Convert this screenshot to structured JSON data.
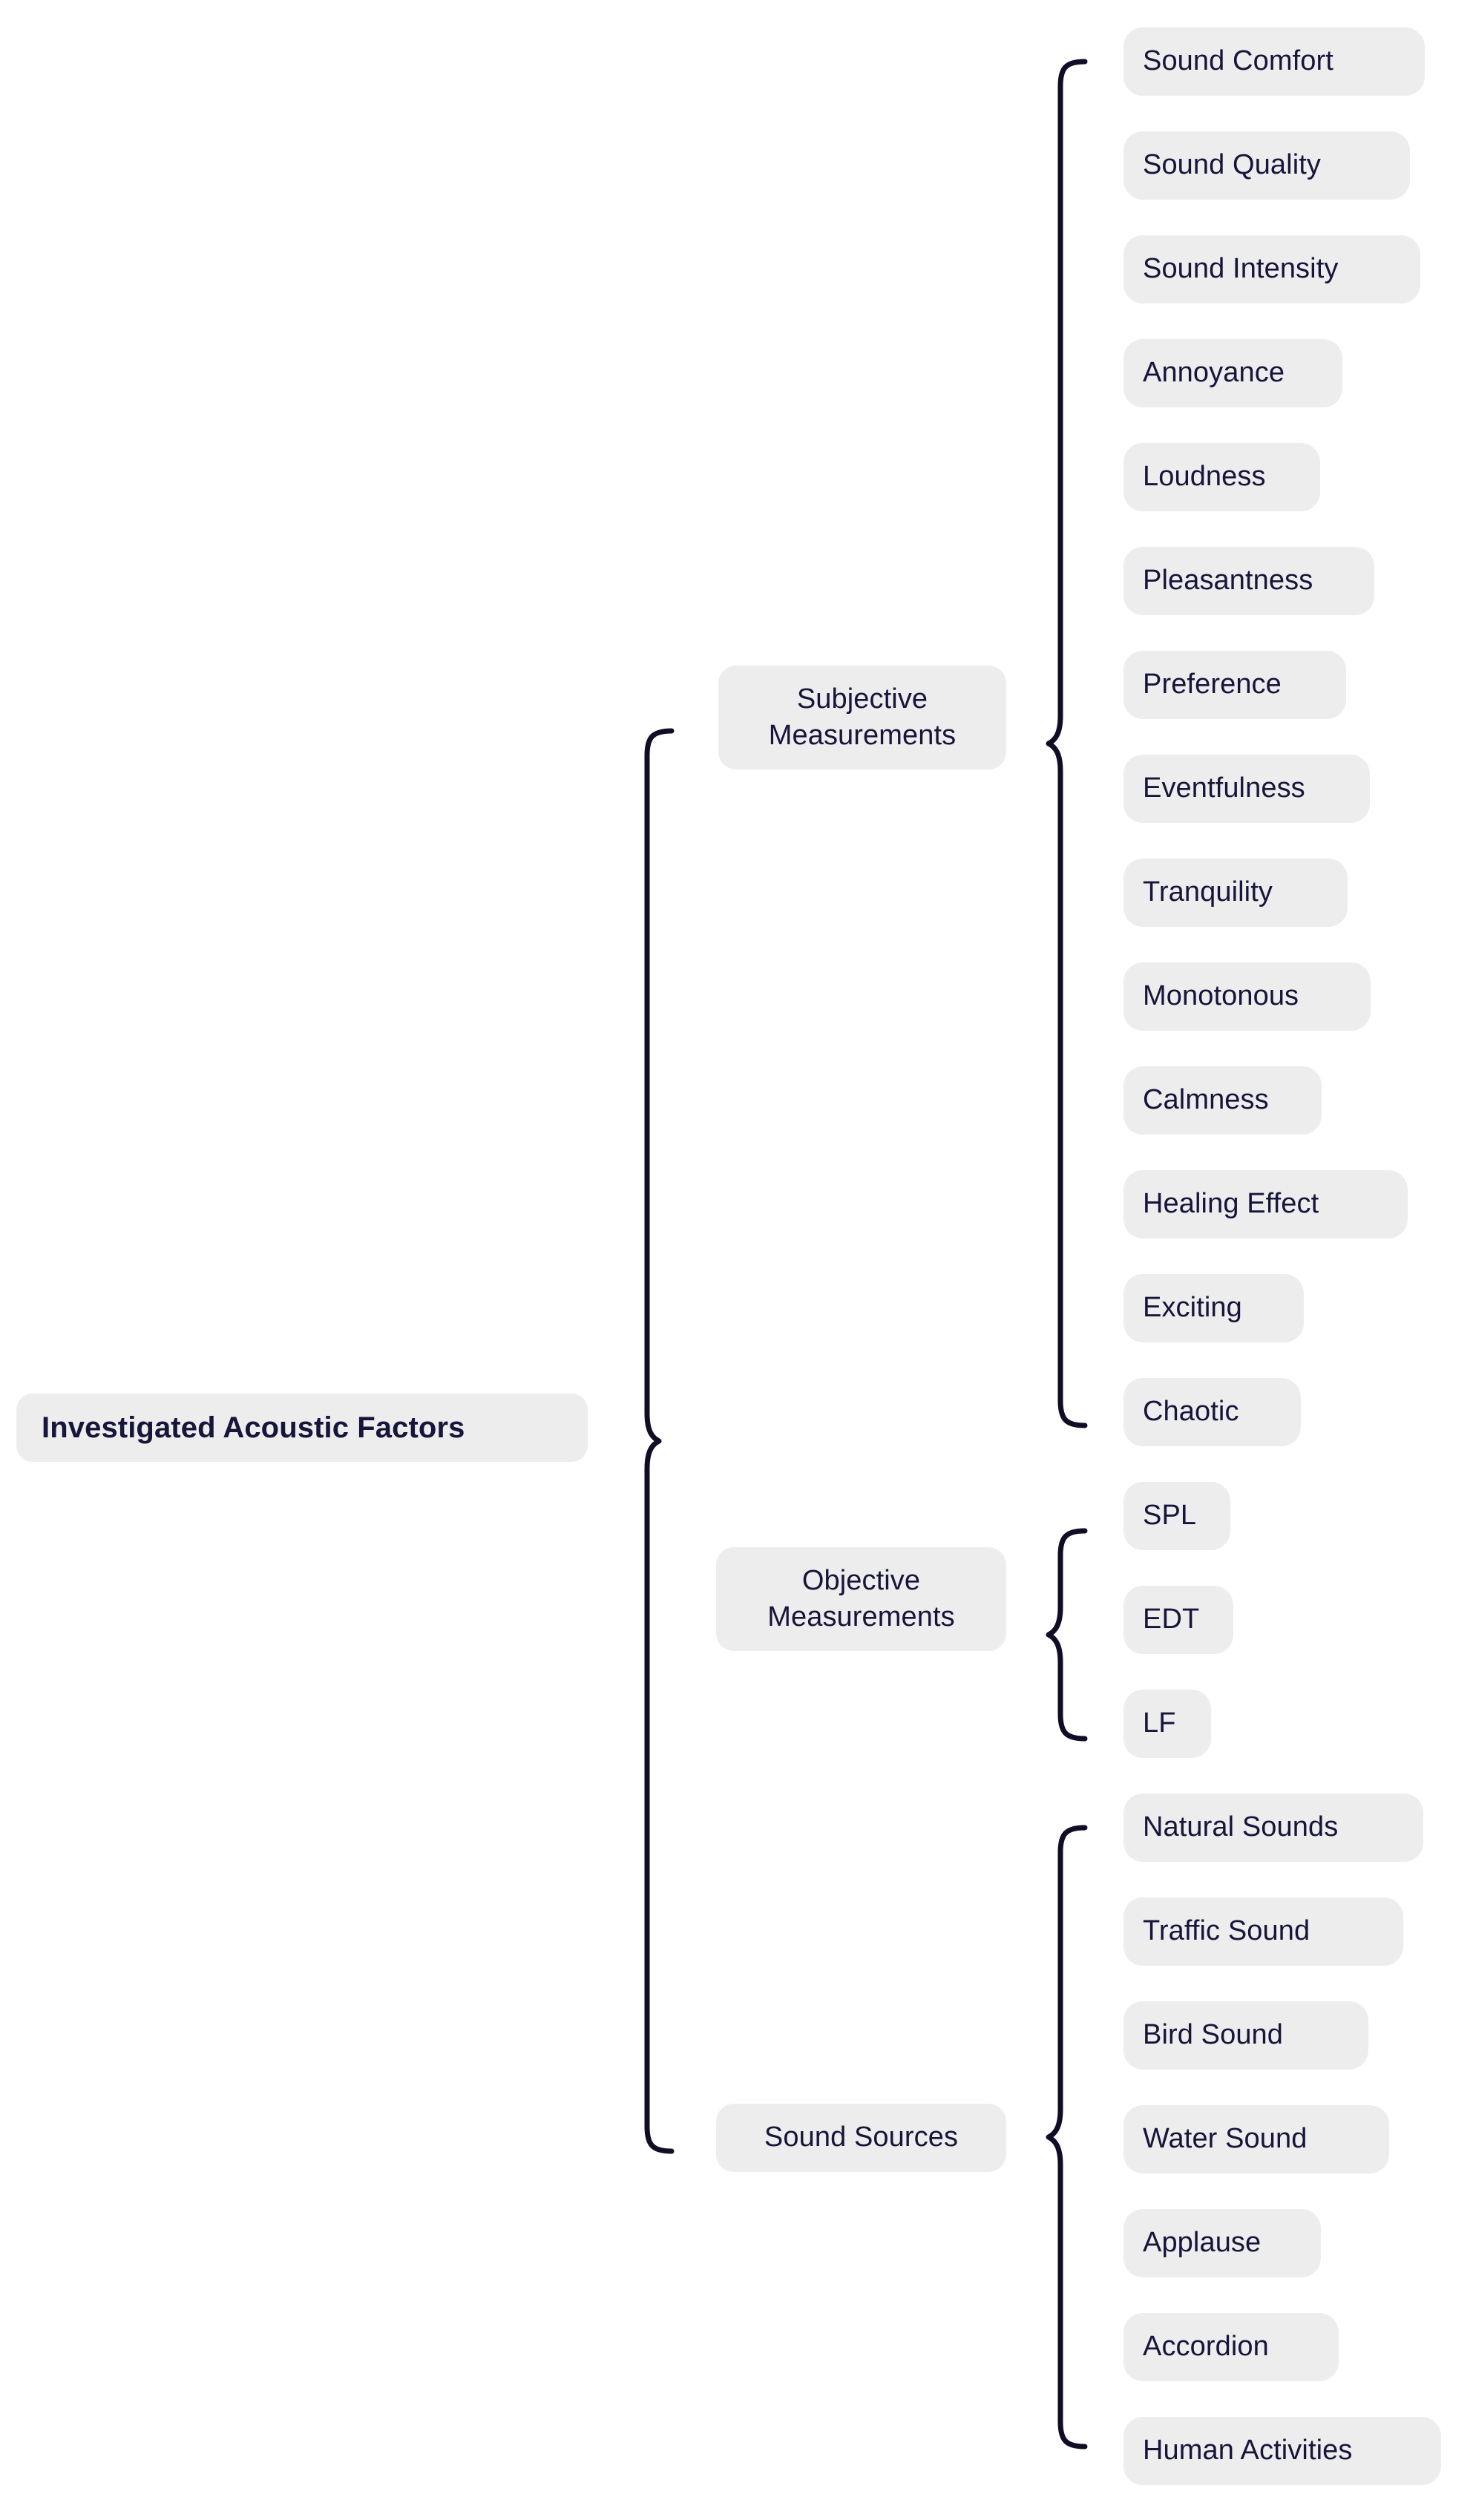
{
  "diagram": {
    "type": "mind-map",
    "title": "Investigated Acoustic Factors",
    "connector_style": "curly-brace",
    "colors": {
      "node_background": "#ededee",
      "node_text": "#16153a",
      "brace_stroke": "#0f0e26",
      "page_background": "#ffffff"
    },
    "root": {
      "label": "Investigated Acoustic Factors"
    },
    "branches": [
      {
        "id": "subjective",
        "label": "Subjective Measurements",
        "label_line1": "Subjective",
        "label_line2": "Measurements",
        "leaves": [
          {
            "label": "Sound Comfort"
          },
          {
            "label": "Sound Quality"
          },
          {
            "label": "Sound Intensity"
          },
          {
            "label": "Annoyance"
          },
          {
            "label": "Loudness"
          },
          {
            "label": "Pleasantness"
          },
          {
            "label": "Preference"
          },
          {
            "label": "Eventfulness"
          },
          {
            "label": "Tranquility"
          },
          {
            "label": "Monotonous"
          },
          {
            "label": "Calmness"
          },
          {
            "label": "Healing Effect"
          },
          {
            "label": "Exciting"
          },
          {
            "label": "Chaotic"
          }
        ]
      },
      {
        "id": "objective",
        "label": "Objective Measurements",
        "label_line1": "Objective",
        "label_line2": "Measurements",
        "leaves": [
          {
            "label": "SPL"
          },
          {
            "label": "EDT"
          },
          {
            "label": "LF"
          }
        ]
      },
      {
        "id": "sound-sources",
        "label": "Sound Sources",
        "label_line1": "Sound Sources",
        "label_line2": "",
        "leaves": [
          {
            "label": "Natural Sounds"
          },
          {
            "label": "Traffic Sound"
          },
          {
            "label": "Bird Sound"
          },
          {
            "label": "Water Sound"
          },
          {
            "label": "Applause"
          },
          {
            "label": "Accordion"
          },
          {
            "label": "Human Activities"
          }
        ]
      }
    ]
  }
}
